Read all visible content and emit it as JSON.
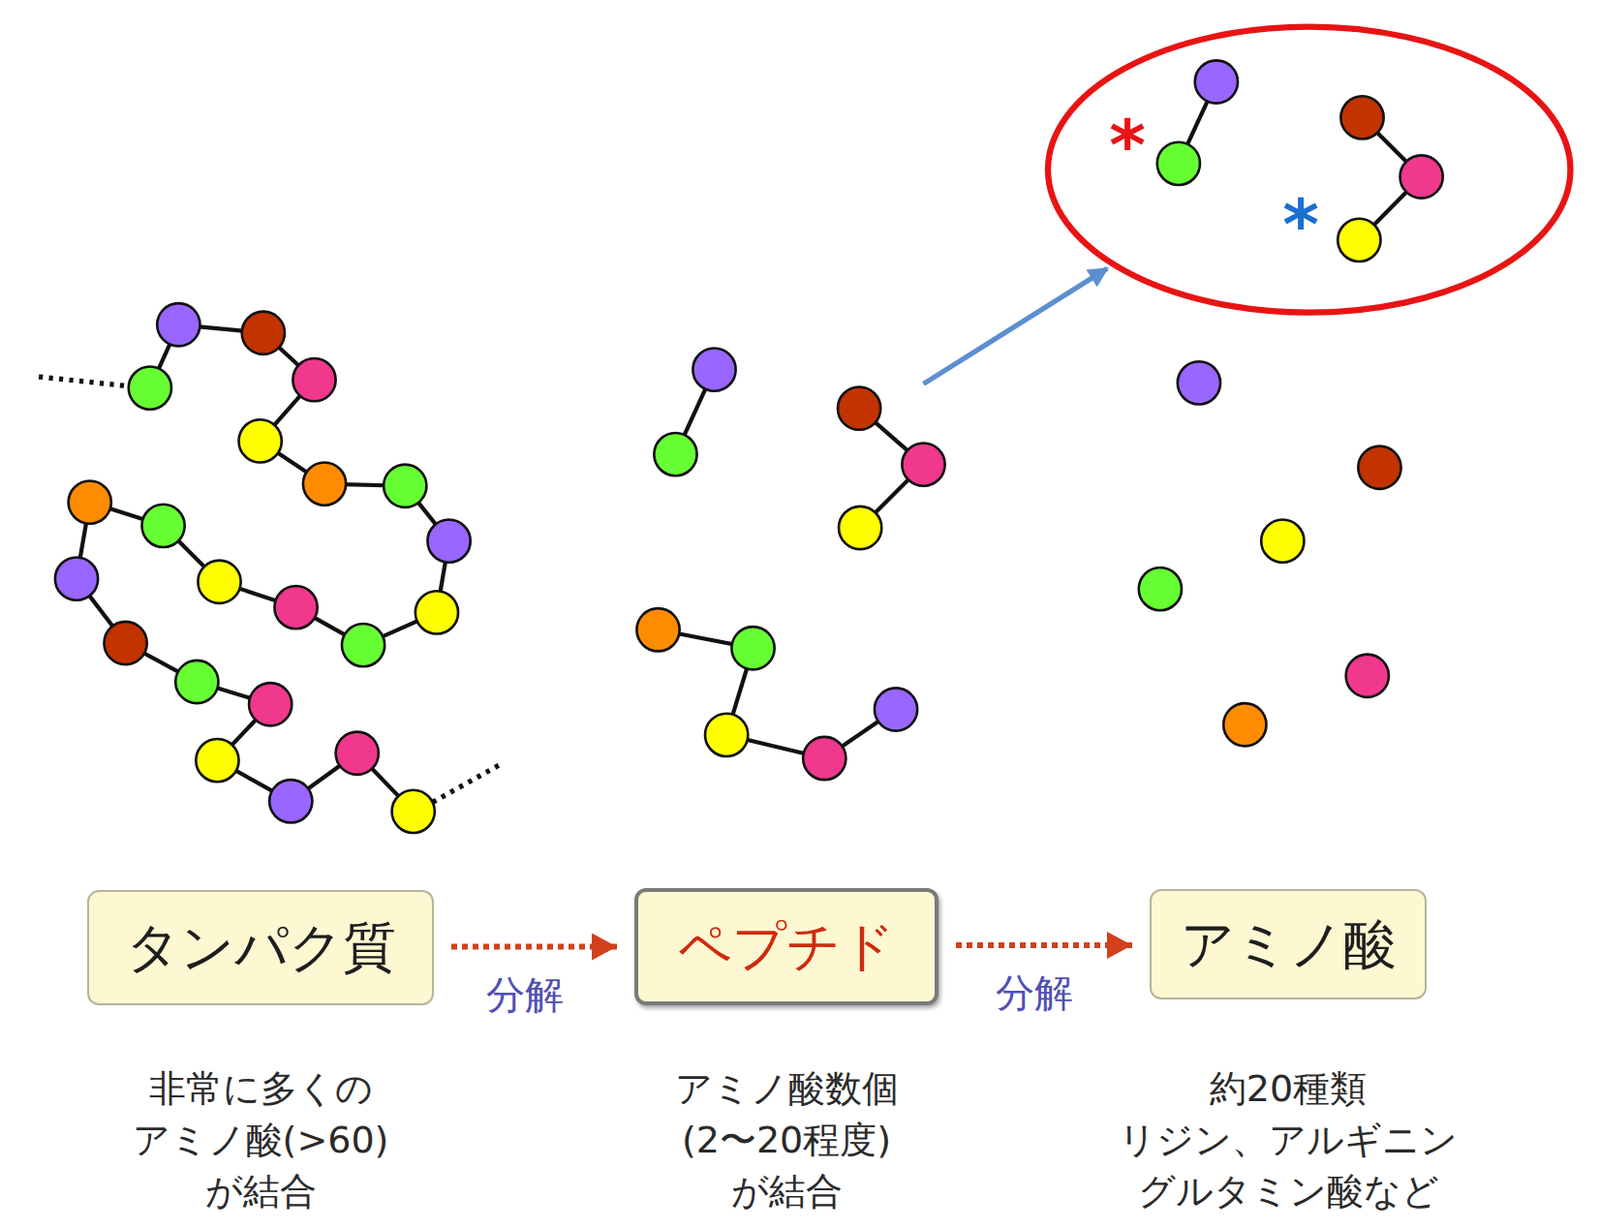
{
  "diagram": {
    "nodes": [
      {
        "text": [
          "タンパク質"
        ]
      },
      {
        "text": [
          "ペプチド"
        ]
      },
      {
        "text": [
          "アミノ酸"
        ]
      }
    ],
    "edges": [
      {
        "from": 0,
        "to": 1,
        "arrow": "to",
        "label": "分解"
      },
      {
        "from": 1,
        "to": 2,
        "arrow": "to",
        "label": "分解"
      }
    ],
    "labels": [
      "*",
      "*",
      "非常に多くの アミノ酸(>60) が結合",
      "アミノ酸数個 (2〜20程度) が結合",
      "約20種類 リジン、アルギニン グルタミン酸など"
    ]
  }
}
